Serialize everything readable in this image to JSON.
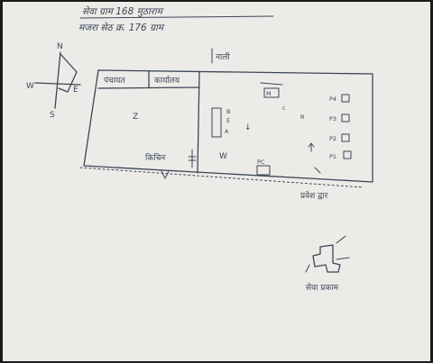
{
  "header": {
    "line1": "सेवा ग्राम 168 मुठाराम",
    "line2": "मजरा सेठ क्र. 176 ग्राम"
  },
  "compass": {
    "north": "N",
    "south": "S",
    "east": "E",
    "west": "W"
  },
  "site": {
    "top_road_label": "नाली",
    "header_cells": [
      "पंचायत",
      "कार्यालय"
    ],
    "left_zone_mark": "Z",
    "center_labels": [
      "B",
      "E",
      "A"
    ],
    "center_arrow": "↓",
    "ground_label": "किचिन",
    "ground_mark": "W",
    "right_box_label": "M",
    "right_mark": "R",
    "right_column": [
      {
        "label": "P4"
      },
      {
        "label": "P3"
      },
      {
        "label": "P2"
      },
      {
        "label": "P1"
      }
    ],
    "bottom_box_label": "PC",
    "entrance_label": "प्रवेश द्वार"
  },
  "legend": {
    "label": "सेवा प्रकाम"
  }
}
